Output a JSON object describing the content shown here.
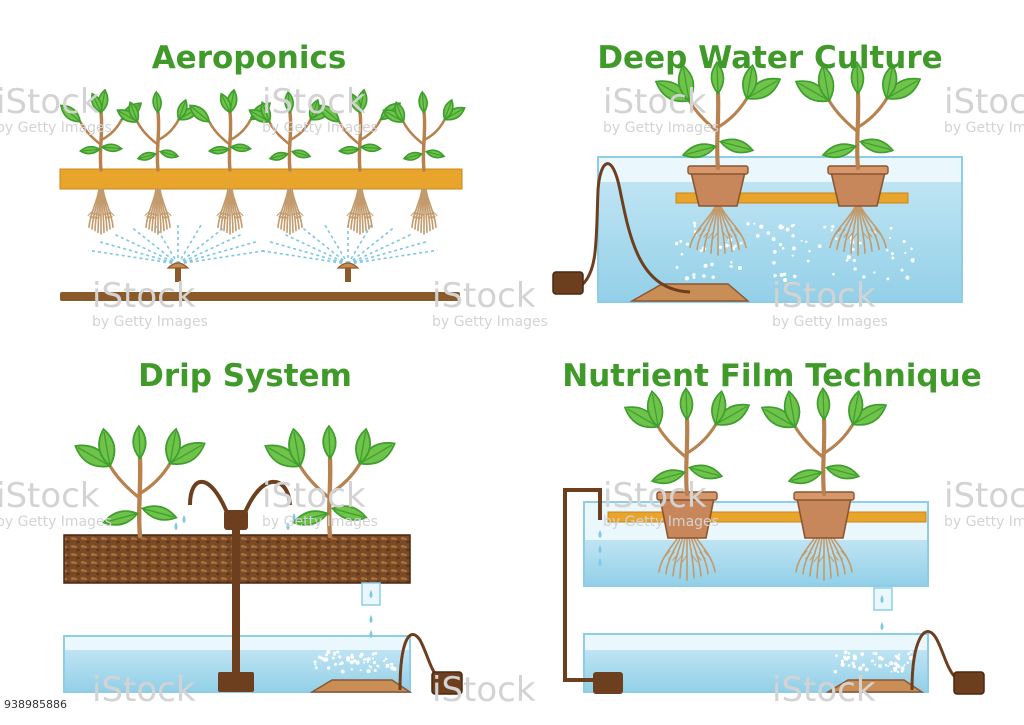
{
  "panels": {
    "aeroponics": {
      "title": "Aeroponics"
    },
    "deep_water_culture": {
      "title": "Deep Water Culture"
    },
    "drip_system": {
      "title": "Drip System"
    },
    "nutrient_film_technique": {
      "title": "Nutrient Film Technique"
    }
  },
  "watermark": {
    "brand": "iStock",
    "credit": "by Getty Images"
  },
  "stock_id": "938985886",
  "colors": {
    "title_green": "#3f9a2a",
    "orange_bar": "#e8a42b",
    "brown_pipe": "#8b5a2b",
    "water_light": "#b5dff0",
    "water_dark": "#8fcde6",
    "leaf_green": "#6fc24a",
    "leaf_dark": "#3e9e2e",
    "stem": "#b8824f",
    "root": "#c29a6b",
    "pot": "#c8875a",
    "soil": "#7a4a26",
    "spray": "#7cc6e6"
  }
}
